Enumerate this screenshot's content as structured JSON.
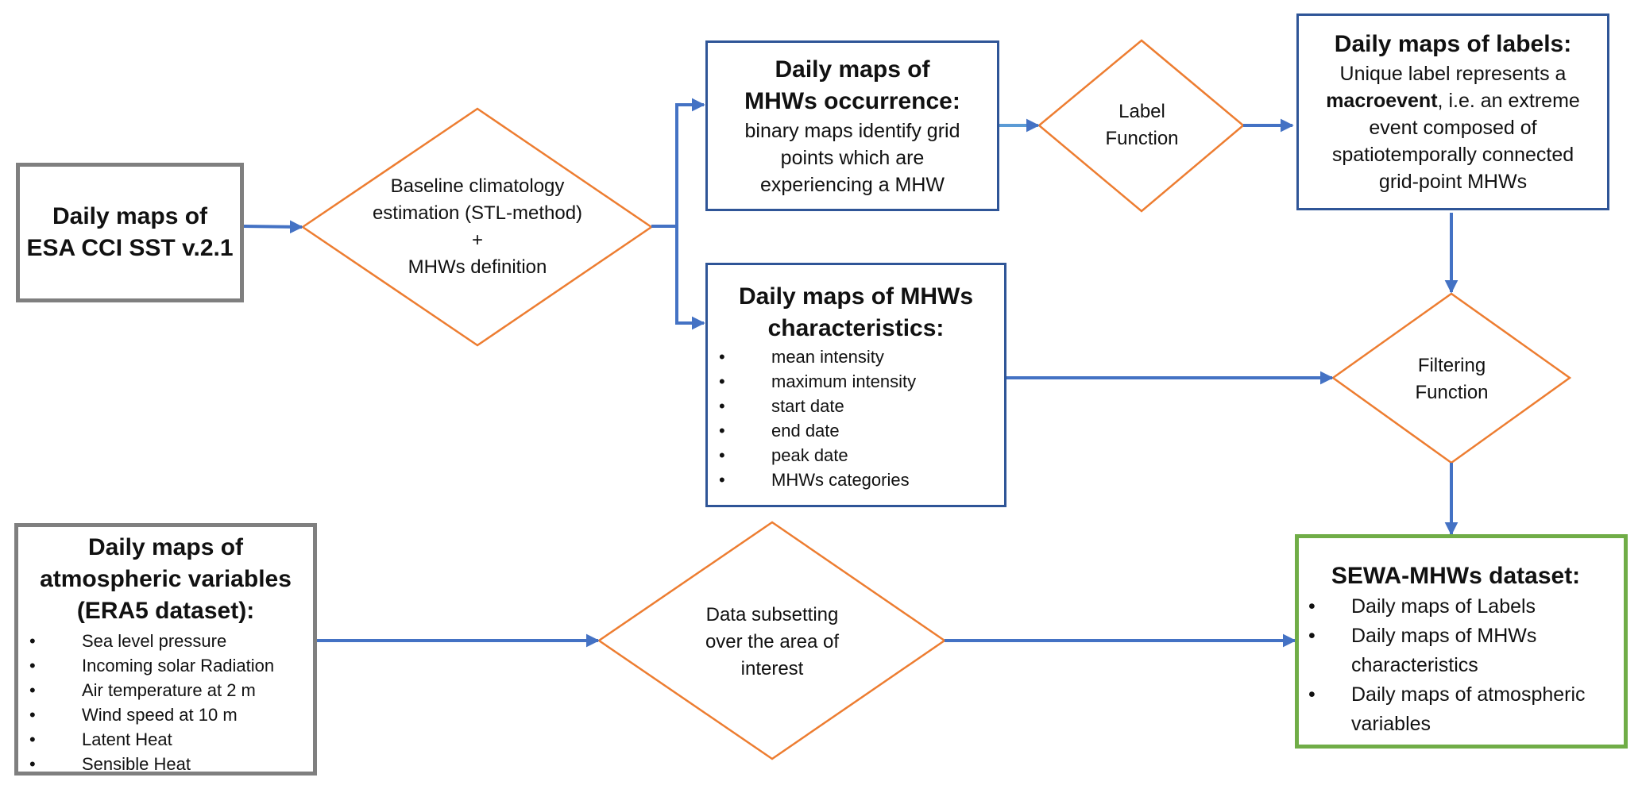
{
  "colors": {
    "arrow": "#4472c4",
    "decision_border": "#ed7d31",
    "source_border": "#7f7f7f",
    "process_border": "#2f5597",
    "output_border": "#70ad47"
  },
  "nodes": {
    "sst_input": {
      "title_line1": "Daily maps of",
      "title_line2": "ESA CCI SST v.2.1"
    },
    "baseline_decision": {
      "line1": "Baseline climatology",
      "line2": "estimation (STL-method)",
      "line3": "+",
      "line4": "MHWs definition"
    },
    "occurrence": {
      "title_line1": "Daily maps of",
      "title_line2": "MHWs occurrence:",
      "body": "binary maps identify grid points which are experiencing a MHW"
    },
    "label_function": {
      "line1": "Label",
      "line2": "Function"
    },
    "labels": {
      "title": "Daily maps of labels:",
      "body_prefix": "Unique label represents a",
      "body_bold": "macroevent",
      "body_suffix": ", i.e. an extreme event composed of spatiotemporally connected grid-point MHWs"
    },
    "characteristics": {
      "title_line1": "Daily maps of  MHWs",
      "title_line2": "characteristics:",
      "items": [
        "mean intensity",
        "maximum intensity",
        "start date",
        "end date",
        "peak date",
        "MHWs categories"
      ]
    },
    "filtering_function": {
      "line1": "Filtering",
      "line2": "Function"
    },
    "atmospheric": {
      "title_line1": "Daily maps of",
      "title_line2": "atmospheric variables",
      "title_line3": "(ERA5 dataset):",
      "items": [
        "Sea level pressure",
        "Incoming solar Radiation",
        "Air temperature at 2 m",
        "Wind speed at 10 m",
        "Latent Heat",
        "Sensible Heat"
      ]
    },
    "subsetting_decision": {
      "line1": "Data subsetting",
      "line2": "over the area of",
      "line3": "interest"
    },
    "output": {
      "title": "SEWA-MHWs dataset:",
      "items": [
        "Daily maps of Labels",
        "Daily maps of MHWs characteristics",
        "Daily maps of atmospheric variables"
      ]
    }
  }
}
